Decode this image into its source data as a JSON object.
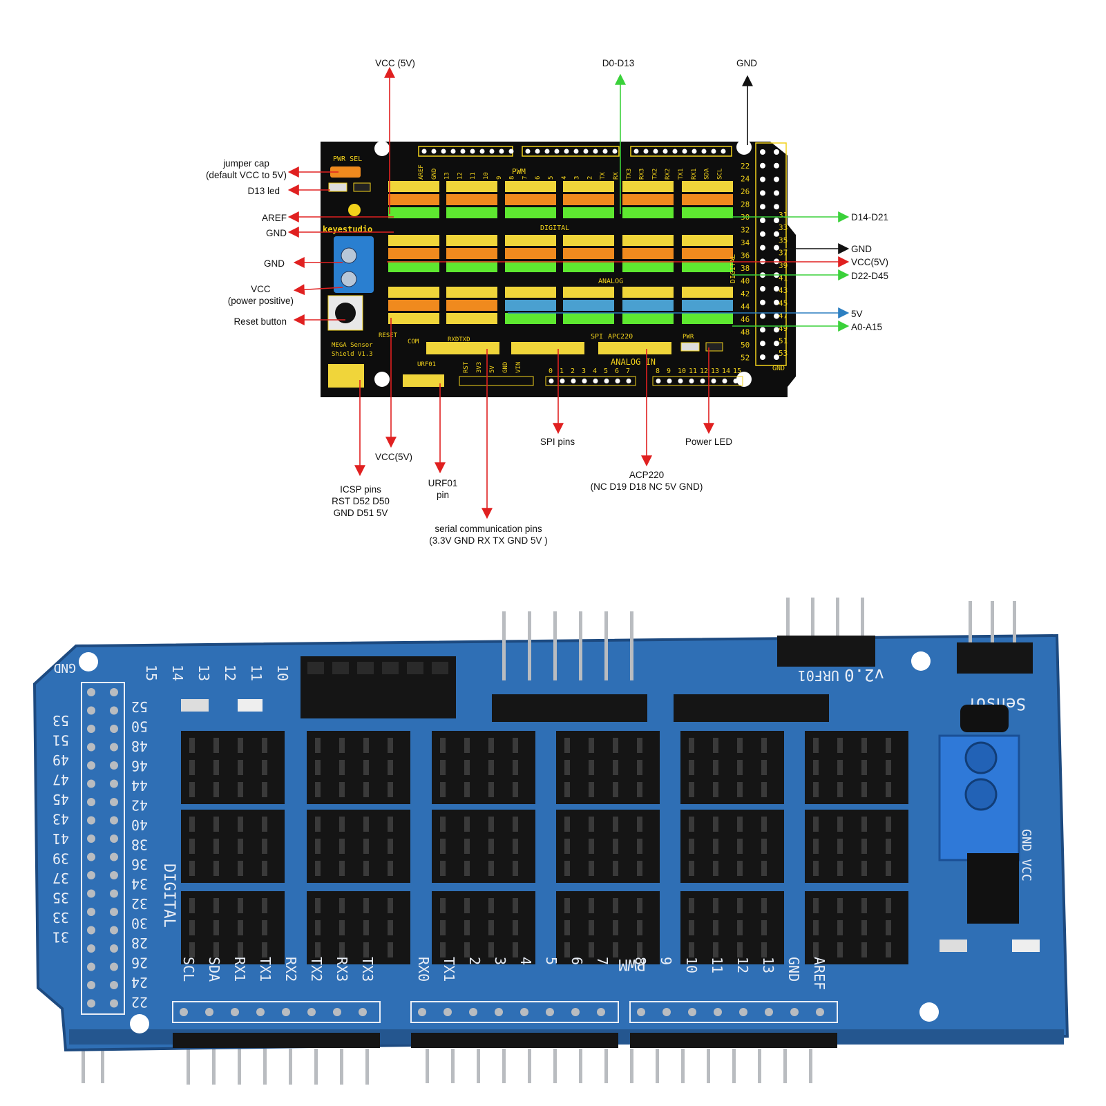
{
  "top_diagram": {
    "callouts_top": [
      {
        "id": "vcc5v_top",
        "text": "VCC (5V)"
      },
      {
        "id": "d0d13",
        "text": "D0-D13"
      },
      {
        "id": "gnd_top",
        "text": "GND"
      }
    ],
    "callouts_left": [
      {
        "id": "jumper",
        "lines": [
          "jumper cap",
          "(default VCC to 5V)"
        ]
      },
      {
        "id": "d13led",
        "lines": [
          "D13 led"
        ]
      },
      {
        "id": "aref",
        "lines": [
          "AREF"
        ]
      },
      {
        "id": "gnd_l1",
        "lines": [
          "GND"
        ]
      },
      {
        "id": "gnd_l2",
        "lines": [
          "GND"
        ]
      },
      {
        "id": "vcc_pos",
        "lines": [
          "VCC",
          "(power positive)"
        ]
      },
      {
        "id": "reset",
        "lines": [
          "Reset button"
        ]
      }
    ],
    "callouts_right": [
      {
        "id": "d14d21",
        "text": "D14-D21"
      },
      {
        "id": "gnd_r",
        "text": "GND"
      },
      {
        "id": "vcc5v_r",
        "text": "VCC(5V)"
      },
      {
        "id": "d22d45",
        "text": "D22-D45"
      },
      {
        "id": "fivev",
        "text": "5V"
      },
      {
        "id": "a0a15",
        "text": "A0-A15"
      }
    ],
    "callouts_bottom": [
      {
        "id": "icsp",
        "lines": [
          "ICSP pins",
          "RST D52 D50",
          "GND  D51 5V"
        ]
      },
      {
        "id": "vcc5v_b",
        "lines": [
          "VCC(5V)"
        ]
      },
      {
        "id": "urf01",
        "lines": [
          "URF01",
          "pin"
        ]
      },
      {
        "id": "serial",
        "lines": [
          "serial communication pins",
          "(3.3V GND RX TX GND 5V )"
        ]
      },
      {
        "id": "spi",
        "lines": [
          "SPI pins"
        ]
      },
      {
        "id": "acp220",
        "lines": [
          "ACP220",
          "(NC D19 D18 NC 5V GND)"
        ]
      },
      {
        "id": "powerled",
        "lines": [
          "Power LED"
        ]
      }
    ],
    "board_text": {
      "pwr_sel": "PWR SEL",
      "brand": "keyestudio",
      "pwm": "PWM",
      "digital": "DIGITAL",
      "analog": "ANALOG",
      "analog_in": "ANALOG IN",
      "spi": "SPI",
      "apc220": "APC220",
      "urf01": "URF01",
      "rxdtxd": "RXDTXD",
      "com": "COM",
      "reset": "RESET",
      "model": [
        "MEGA Sensor",
        "Shield V1.3"
      ],
      "pwr": "PWR",
      "gnd": "GND",
      "digital_side": "DIGITAL",
      "bottom_pins": [
        "RST",
        "3V3",
        "5V",
        "GND",
        "VIN"
      ],
      "top_header_labels": [
        "AREF",
        "GND",
        "13",
        "12",
        "11",
        "10",
        "9",
        "8",
        "7",
        "6",
        "5",
        "4",
        "3",
        "2",
        "TX",
        "RX",
        "TX3",
        "RX3",
        "TX2",
        "RX2",
        "TX1",
        "RX1",
        "SDA",
        "SCL"
      ],
      "right_numbers_even": [
        "22",
        "24",
        "26",
        "28",
        "30",
        "32",
        "34",
        "36",
        "38",
        "40",
        "42",
        "44",
        "46",
        "48",
        "50",
        "52"
      ],
      "right_numbers_odd": [
        "31",
        "33",
        "35",
        "37",
        "39",
        "41",
        "43",
        "45",
        "47",
        "49",
        "51",
        "53"
      ],
      "analog_bottom_numbers": [
        "0",
        "1",
        "2",
        "3",
        "4",
        "5",
        "6",
        "7",
        "8",
        "9",
        "10",
        "11",
        "12",
        "13",
        "14",
        "15"
      ]
    },
    "colors": {
      "board": "#0d0d0d",
      "silk": "#f2d21b",
      "header_yellow": "#f0d53a",
      "header_orange": "#f08a1e",
      "header_green": "#5ee830",
      "header_blue": "#4aa0d0",
      "arrow_red": "#e02020",
      "arrow_green": "#3ad13a",
      "arrow_black": "#111111",
      "arrow_blue": "#2c7fc1",
      "terminal_blue": "#2a7fd0"
    }
  },
  "bottom_photo": {
    "version": "v2.0",
    "sensor": "Sensor",
    "urf": "URF01",
    "gnd_vcc": "GND VCC",
    "pwm": "PWM",
    "digital": "DIGITAL",
    "gnd_corner": "GND",
    "bottom_labels_left": [
      "SCL",
      "SDA",
      "RX1",
      "TX1",
      "RX2",
      "TX2",
      "RX3",
      "TX3"
    ],
    "bottom_labels_mid": [
      "RX0",
      "TX1",
      "2",
      "3",
      "4",
      "5",
      "6",
      "7"
    ],
    "bottom_labels_right": [
      "8",
      "9",
      "10",
      "11",
      "12",
      "13",
      "GND",
      "AREF"
    ],
    "top_labels": [
      "15",
      "14",
      "13",
      "12",
      "11",
      "10"
    ],
    "left_numbers_a": [
      "52",
      "50",
      "48",
      "46",
      "44",
      "42",
      "40",
      "38",
      "36",
      "34",
      "32",
      "30",
      "28",
      "26",
      "24",
      "22"
    ],
    "left_numbers_b": [
      "53",
      "51",
      "49",
      "47",
      "45",
      "43",
      "41",
      "39",
      "37",
      "35",
      "33",
      "31"
    ],
    "colors": {
      "pcb": "#2f6fb5",
      "pcb_dark": "#24568f",
      "pcb_edge": "#1d4a80",
      "header": "#151515",
      "pin": "#b9bcc0",
      "silk": "#e9eef6",
      "terminal": "#2f79d8"
    }
  }
}
